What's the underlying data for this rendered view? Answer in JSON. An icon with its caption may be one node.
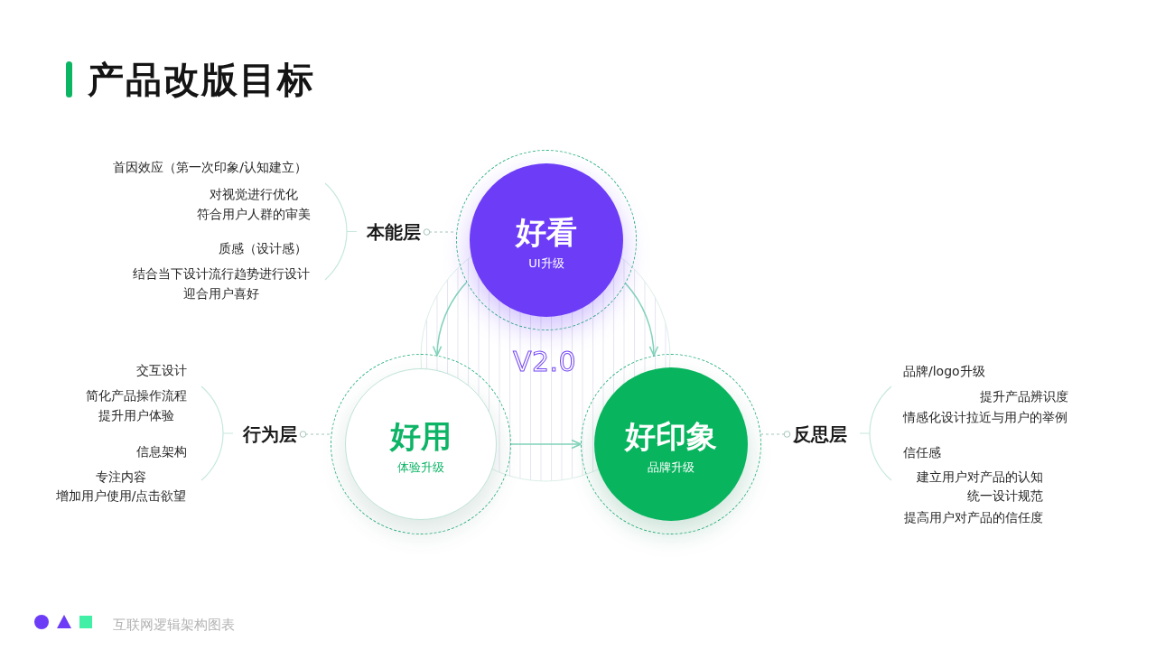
{
  "diagram": {
    "title": "产品改版目标",
    "nodes": [
      {
        "text": [
          "好看",
          "UI升级"
        ]
      },
      {
        "text": [
          "好用",
          "体验升级"
        ]
      },
      {
        "text": [
          "好印象",
          "品牌升级"
        ]
      },
      {
        "text": [
          "本能层"
        ]
      },
      {
        "text": [
          "行为层"
        ]
      },
      {
        "text": [
          "反思层"
        ]
      }
    ],
    "edges": [
      {
        "from": 3,
        "to": 0,
        "arrow": "other",
        "style": "dashed"
      },
      {
        "from": 4,
        "to": 1,
        "arrow": "other",
        "style": "dashed"
      },
      {
        "from": 5,
        "to": 2,
        "arrow": "other",
        "style": "dashed"
      },
      {
        "from": 0,
        "to": 1,
        "arrow": "to"
      },
      {
        "from": 0,
        "to": 2,
        "arrow": "to"
      },
      {
        "from": 1,
        "to": 2,
        "arrow": "to"
      }
    ],
    "labels": [
      "首因效应（第一次印象/认知建立）",
      "对视觉进行优化",
      "符合用户人群的审美",
      "质感（设计感）",
      "结合当下设计流行趋势进行设计",
      "迎合用户喜好",
      "V2.0",
      "交互设计",
      "简化产品操作流程",
      "提升用户体验",
      "信息架构",
      "专注内容",
      "增加用户使用/点击欲望",
      "品牌/logo升级",
      "提升产品辨识度",
      "情感化设计拉近与用户的举例",
      "信任感",
      "建立用户对产品的认知",
      "统一设计规范",
      "提高用户对产品的信任度",
      "互联网逻辑架构图表"
    ]
  }
}
